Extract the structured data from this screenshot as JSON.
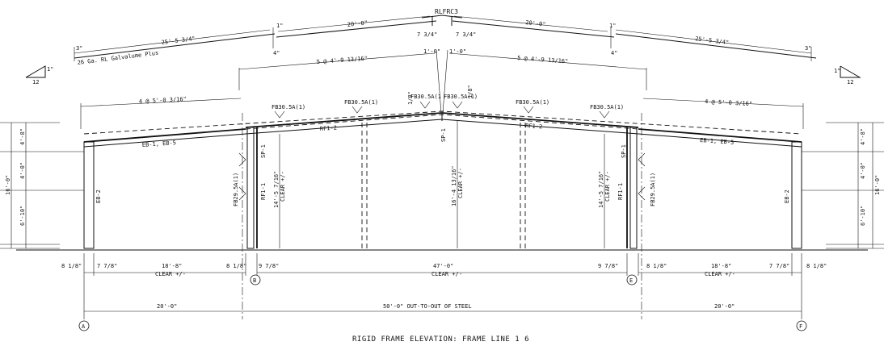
{
  "title": "RIGID FRAME ELEVATION: FRAME LINE 1  6",
  "roof": {
    "ridge_cap": "RLFRC3",
    "panel_note": "26 Ga. RL Galvalume Plus",
    "panel_left_outer": "25'-5 3/4\"",
    "panel_right_outer": "25'-5 3/4\"",
    "panel_left_inner": "20'-0\"",
    "panel_right_inner": "20'-0\"",
    "lap_1in": "1\"",
    "lap_4in": "4\"",
    "lap_3in": "3\"",
    "ridge_gap": "7 3/4\"",
    "ridge_offset": "1'-0\"",
    "purlin_spacing_inner": "5 @ 4'-9 13/16\"",
    "purlin_spacing_outer": "4 @ 5'-0 3/16\"",
    "slope_rise": "1\"",
    "slope_run": "12",
    "fb_tag": "FB30.5A(1)",
    "fb_tag_short": "FB30.5A(1",
    "ridge_dim": "1/8\"",
    "ridge_clear_note": "1/8\""
  },
  "members": {
    "eave_beam": "EB-1, EB-5",
    "rafter": "RF1-2",
    "splice": "SP-1",
    "column": "RF1-1",
    "endwall_col": "EB-2",
    "flange_brace": "FB29.5A(1)",
    "flange_brace_r": "FB29.5A(1)"
  },
  "heights": {
    "wall_total": "16'-0\"",
    "wall_top": "4'-8\"",
    "wall_mid": "4'-0\"",
    "wall_bottom": "6'-10\"",
    "clear_side": "14'-5 7/16\"",
    "clear_center": "16'-4 13/16\"",
    "clear_label": "CLEAR +/-"
  },
  "dims": {
    "edge_left": "8 1/8\"",
    "edge_left_2": "8 1/8\"",
    "edge_right": "8 1/8\"",
    "edge_right_2": "8 1/8\"",
    "offset_left": "7 7/8\"",
    "offset_right": "7 7/8\"",
    "clear_bay_left": "18'-8\"",
    "clear_bay_right": "18'-8\"",
    "clear_center": "47'-0\"",
    "col_offset_left": "9 7/8\"",
    "col_offset_right": "9 7/8\"",
    "clear_note": "CLEAR +/-",
    "bay_left": "20'-0\"",
    "bay_right": "20'-0\"",
    "main_span": "50'-0\" OUT-TO-OUT OF STEEL"
  },
  "grid": [
    "A",
    "B",
    "E",
    "F"
  ]
}
